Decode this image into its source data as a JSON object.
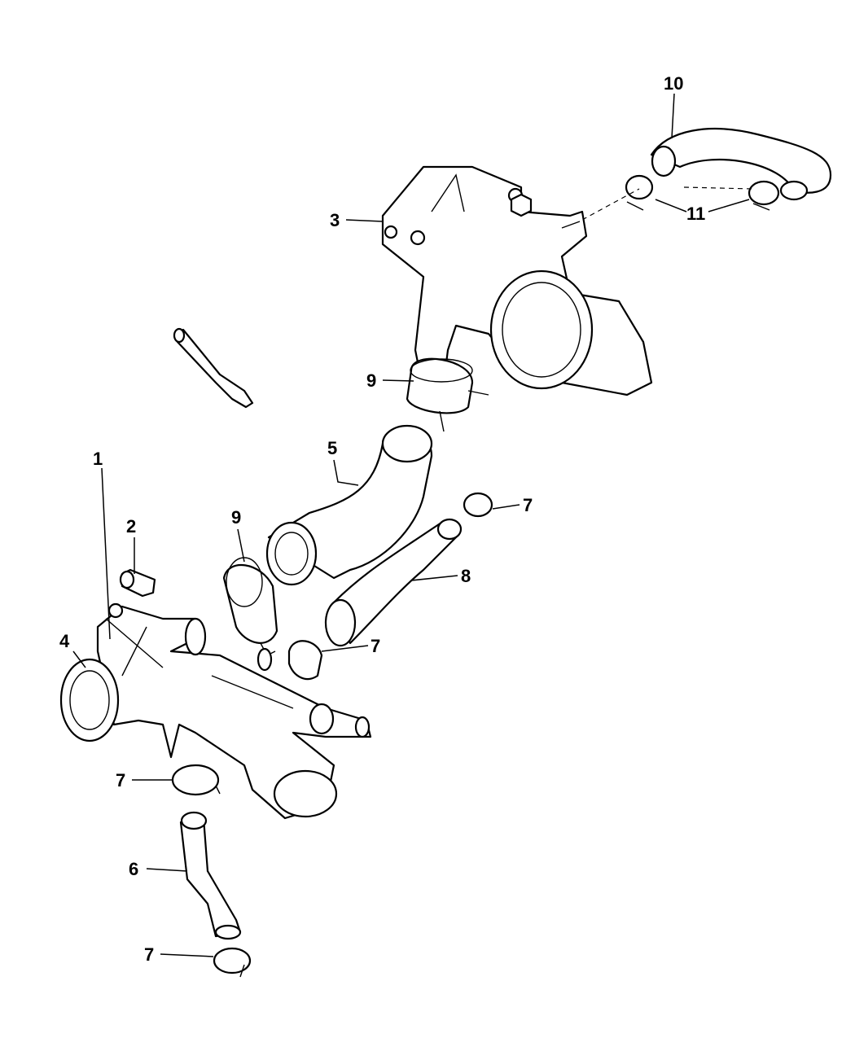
{
  "diagram": {
    "type": "exploded parts diagram - coolant thermostat housing and hoses",
    "callouts": {
      "c1": "1",
      "c2": "2",
      "c3": "3",
      "c4": "4",
      "c5": "5",
      "c6": "6",
      "c7a": "7",
      "c7b": "7",
      "c7c": "7",
      "c7d": "7",
      "c8": "8",
      "c9a": "9",
      "c9b": "9",
      "c10": "10",
      "c11": "11"
    }
  }
}
